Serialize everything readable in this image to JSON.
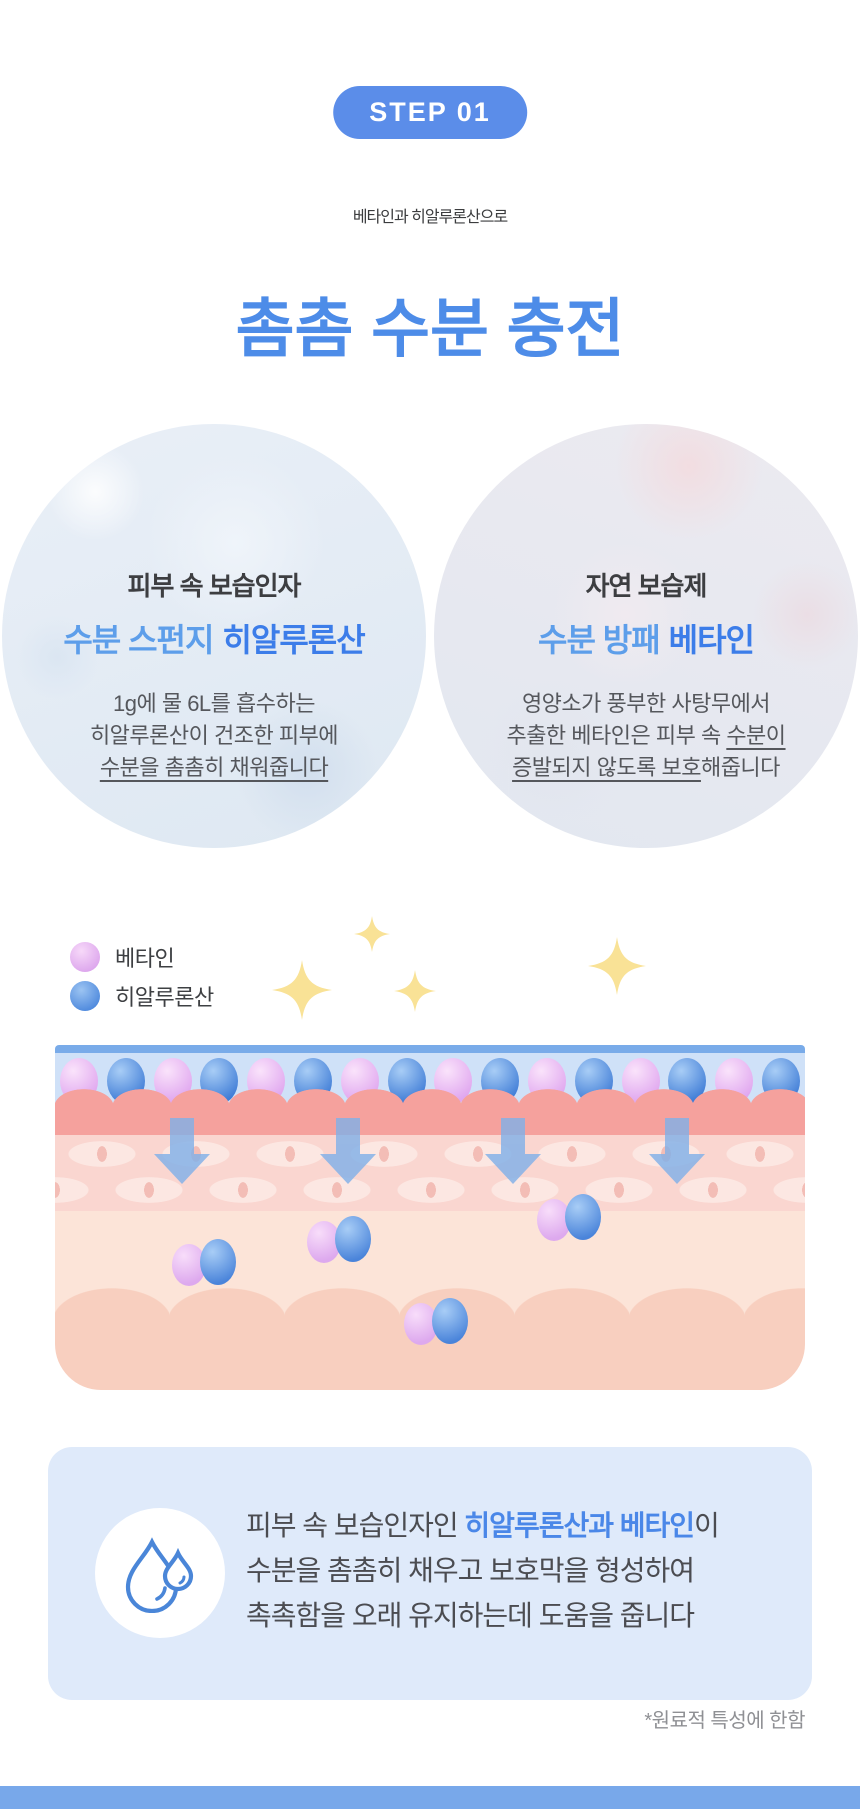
{
  "badge": "STEP 01",
  "heading": {
    "line1": "베타인과 히알루론산으로",
    "line2": "촘촘 수분 충전"
  },
  "cards": {
    "left": {
      "label": "피부 속 보습인자",
      "title_light": "수분 스펀지",
      "title_bold": "히알루론산",
      "line1": "1g에 물 6L를 흡수하는",
      "line2": "히알루론산이 건조한 피부에",
      "line3_underlined": "수분을 촘촘히 채워줍니다"
    },
    "right": {
      "label": "자연 보습제",
      "title_light": "수분 방패",
      "title_bold": "베타인",
      "line1": "영양소가 풍부한 사탕무에서",
      "line2_pre": "추출한 베타인은 피부 속 ",
      "line2_underlined": "수분이",
      "line3_underlined": "증발되지 않도록 보호",
      "line3_post": "해줍니다"
    }
  },
  "legend": {
    "betaine": "베타인",
    "hyaluronic": "히알루론산"
  },
  "diagram": {
    "molecule_count": 16,
    "arrow_count": 4
  },
  "info_box": {
    "line1_pre": "피부 속 보습인자인 ",
    "line1_bold": "히알루론산과 베타인",
    "line1_post": "이",
    "line2": "수분을 촘촘히 채우고 보호막을 형성하여",
    "line3": "촉촉함을 오래 유지하는데 도움을 줍니다"
  },
  "footnote": "*원료적 특성에 한함",
  "colors": {
    "badge_blue": "#5b8de9",
    "accent_blue": "#4d8ce8",
    "title_light_blue": "#5d9eea",
    "title_bold_blue": "#3c7de9",
    "betaine_pink": "#dfa5ee",
    "hyaluronic_blue": "#4a86dc",
    "skin_salmon": "#f5a19d",
    "skin_peach": "#fce4d8",
    "box_bg": "#dfeafa",
    "bottom_strip_blue": "#78a8ea"
  }
}
